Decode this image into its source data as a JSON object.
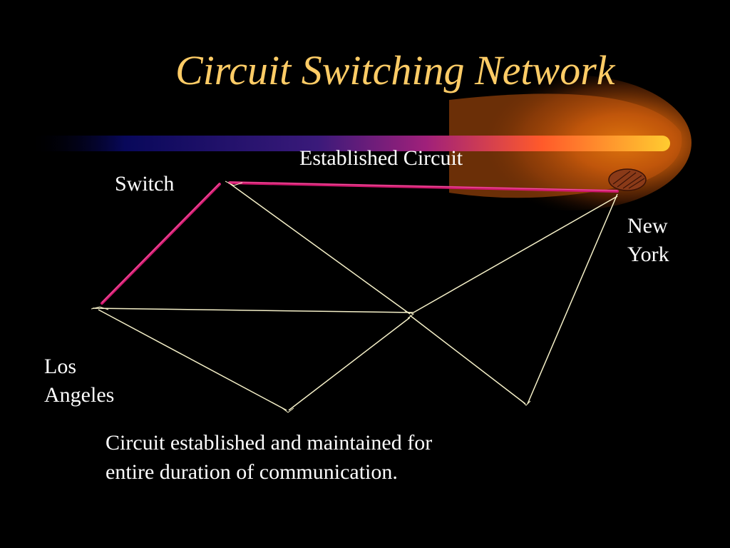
{
  "slide": {
    "title": "Circuit Switching Network",
    "labels": {
      "switch": "Switch",
      "established_circuit": "Established Circuit",
      "new_york": [
        "New",
        "York"
      ],
      "los_angeles": [
        "Los",
        "Angeles"
      ]
    },
    "caption": [
      "Circuit established and maintained for",
      "entire duration of communication."
    ]
  },
  "diagram": {
    "nodes": [
      "los-angeles",
      "switch-top",
      "switch-center",
      "switch-bottom",
      "switch-bottom-right",
      "new-york"
    ],
    "links": [
      {
        "from": "los-angeles",
        "to": "switch-top",
        "established": true
      },
      {
        "from": "switch-top",
        "to": "new-york",
        "established": true
      },
      {
        "from": "switch-top",
        "to": "switch-center",
        "established": false
      },
      {
        "from": "los-angeles",
        "to": "switch-center",
        "established": false
      },
      {
        "from": "los-angeles",
        "to": "switch-bottom",
        "established": false
      },
      {
        "from": "switch-bottom",
        "to": "switch-center",
        "established": false
      },
      {
        "from": "switch-center",
        "to": "new-york",
        "established": false
      },
      {
        "from": "switch-center",
        "to": "switch-bottom-right",
        "established": false
      },
      {
        "from": "switch-bottom-right",
        "to": "new-york",
        "established": false
      }
    ]
  },
  "colors": {
    "background": "#000000",
    "title": "#ffcc66",
    "text": "#ffffff",
    "link": "#f5f0c8",
    "established_link": "#d0186e",
    "flare_core": "#ff9900"
  }
}
